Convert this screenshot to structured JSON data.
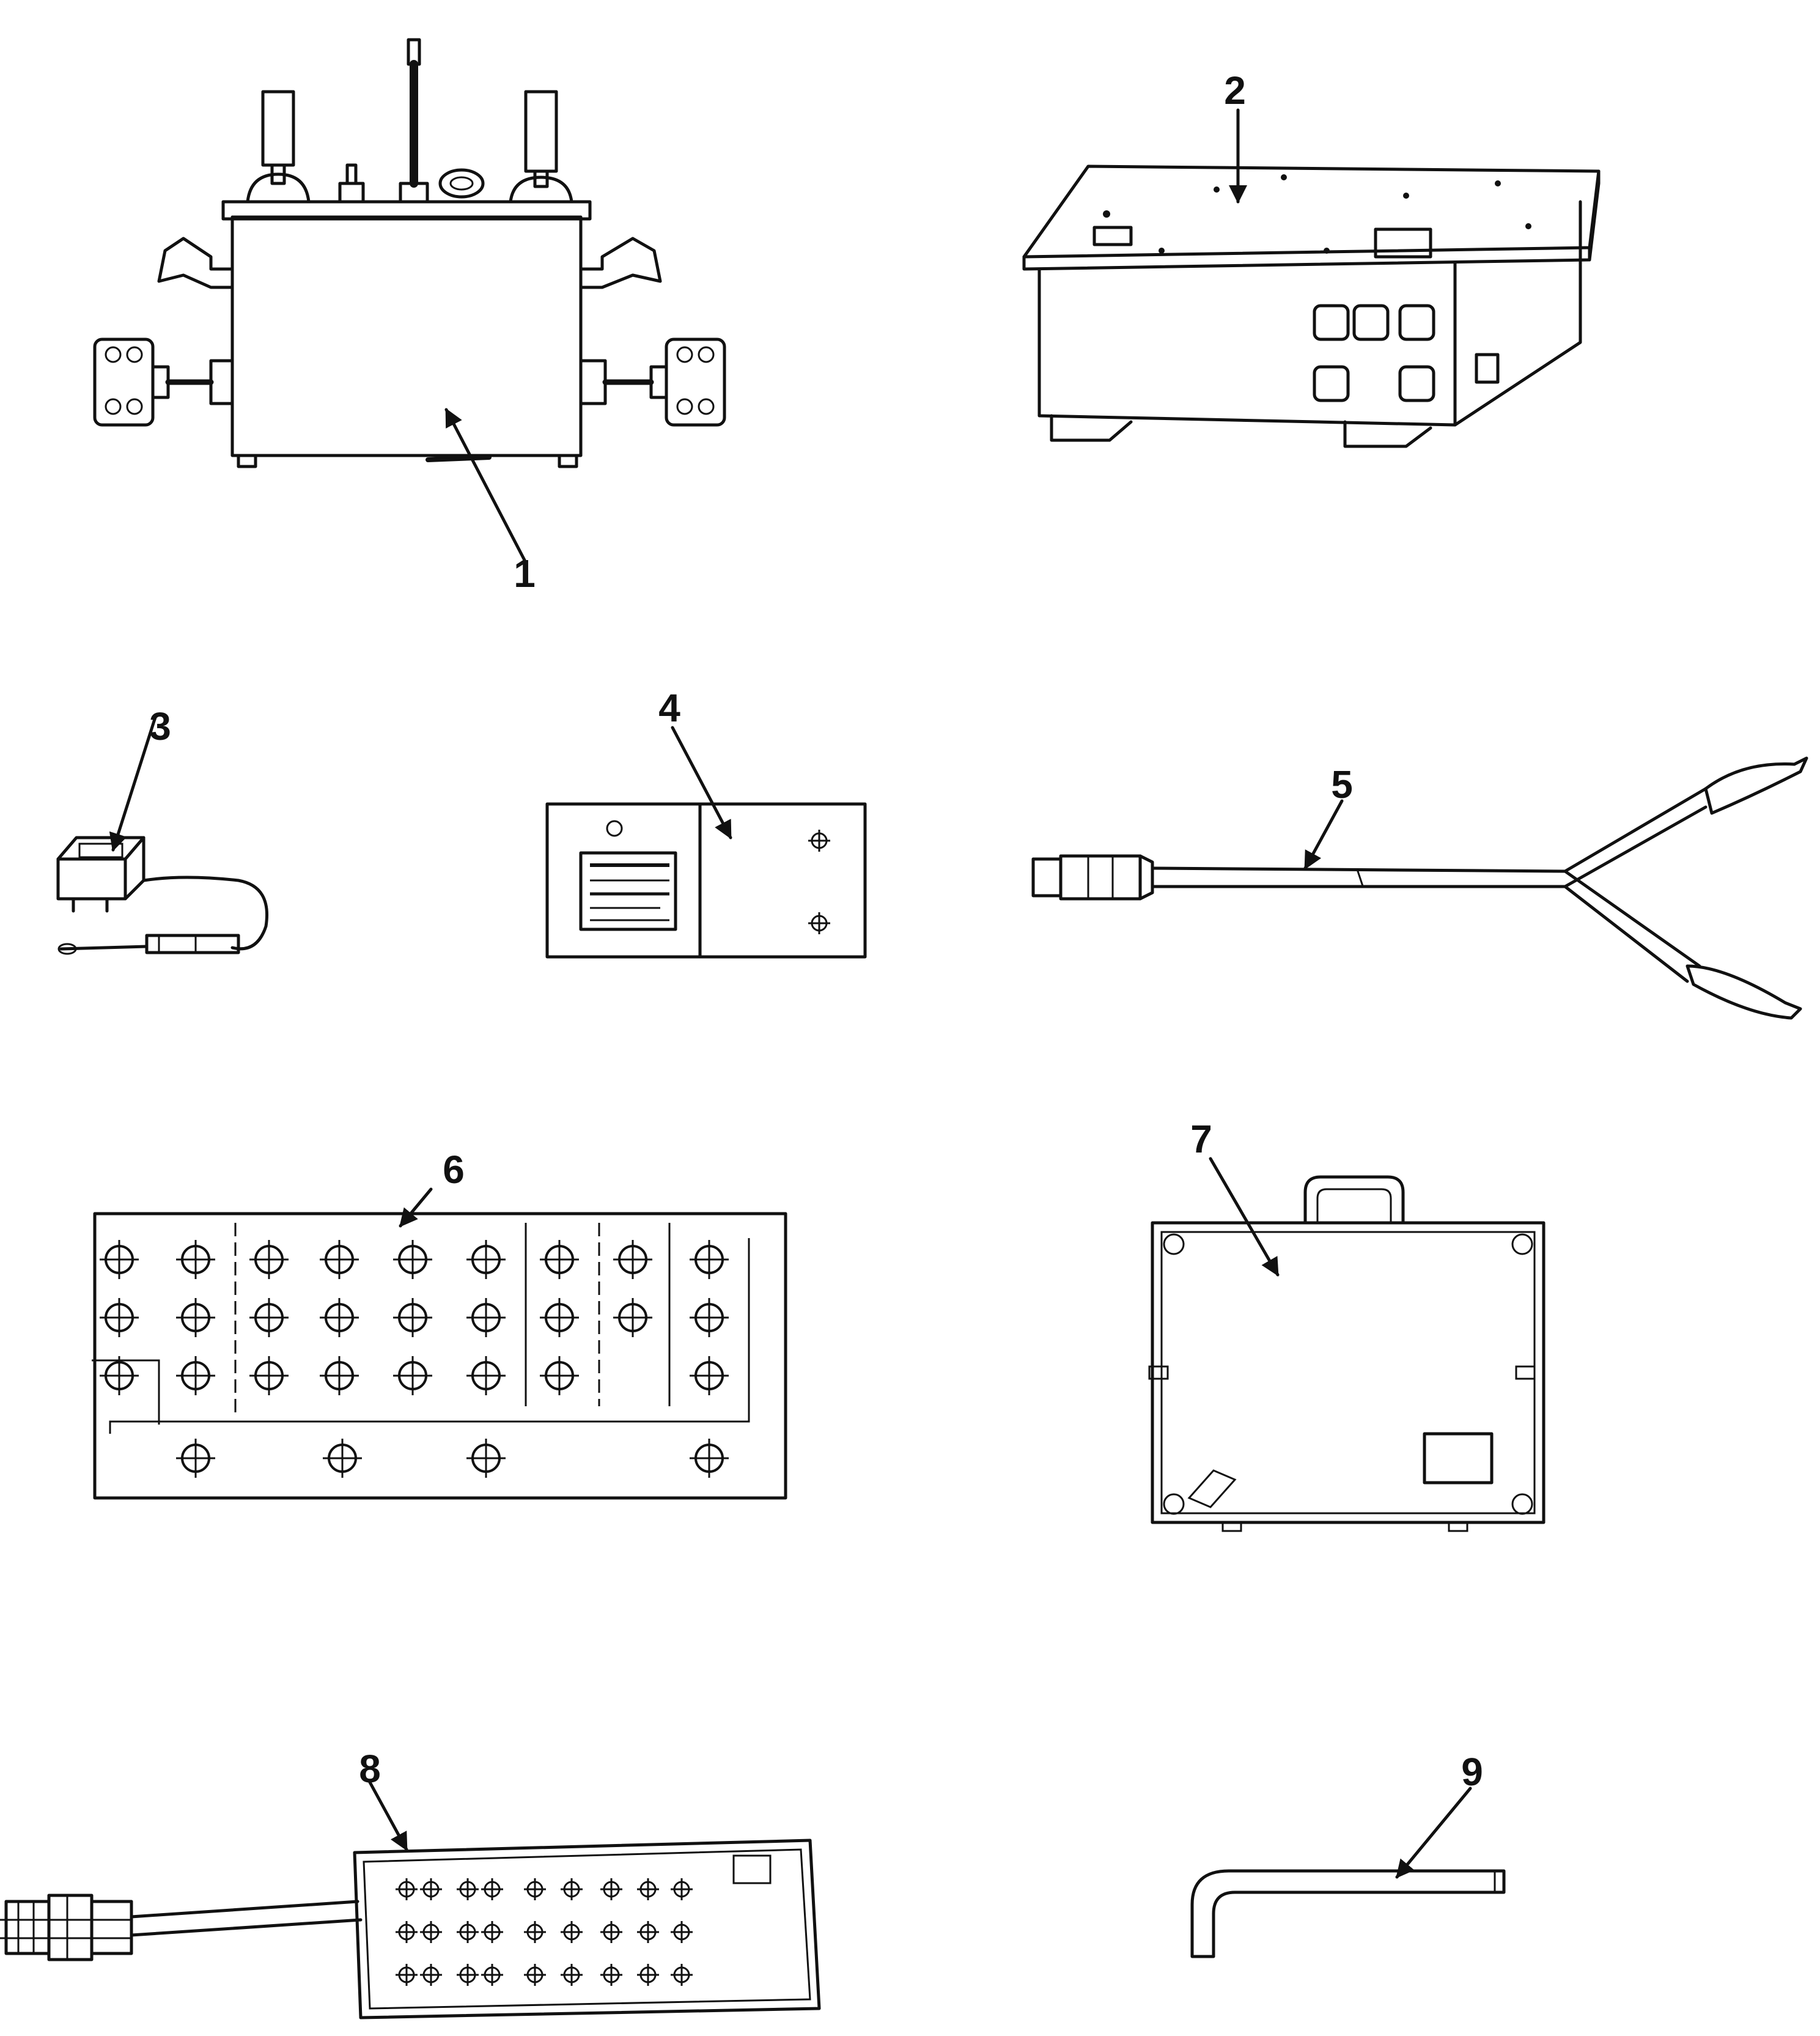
{
  "figure": {
    "callouts": [
      {
        "id": "1",
        "label": "1"
      },
      {
        "id": "2",
        "label": "2"
      },
      {
        "id": "3",
        "label": "3"
      },
      {
        "id": "4",
        "label": "4"
      },
      {
        "id": "5",
        "label": "5"
      },
      {
        "id": "6",
        "label": "6"
      },
      {
        "id": "7",
        "label": "7"
      },
      {
        "id": "8",
        "label": "8"
      },
      {
        "id": "9",
        "label": "9"
      }
    ]
  },
  "colors": {
    "ink": "#111111",
    "paper": "#ffffff"
  }
}
